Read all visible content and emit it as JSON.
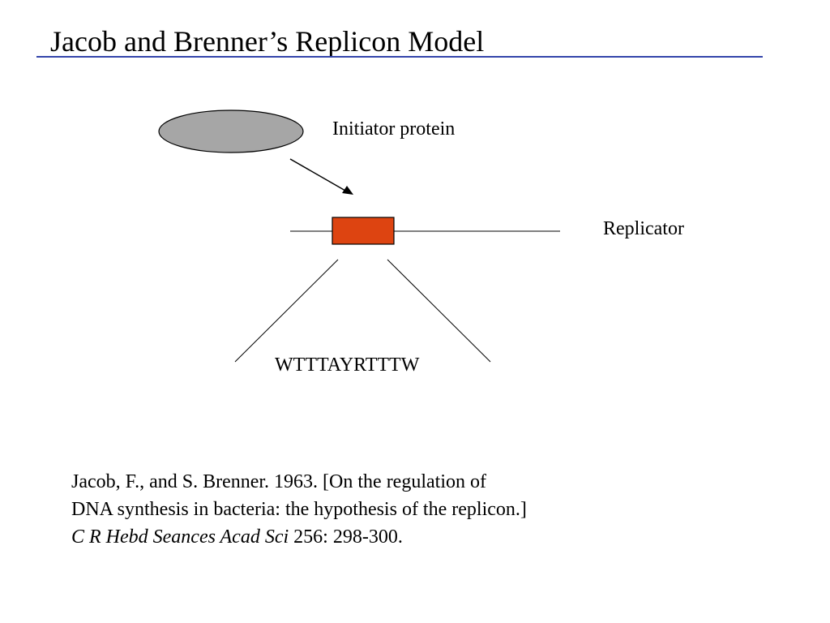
{
  "title": "Jacob and Brenner’s Replicon Model",
  "colors": {
    "title_rule": "#3344aa",
    "initiator_fill": "#a6a6a6",
    "replicator_fill": "#dd4411",
    "stroke": "#000000"
  },
  "diagram": {
    "initiator_label": "Initiator protein",
    "replicator_label": "Replicator",
    "sequence_label": "WTTTAYRTTTW"
  },
  "citation": {
    "line1": "Jacob, F., and S. Brenner.  1963.  [On the regulation of",
    "line2": "DNA synthesis in bacteria: the hypothesis of the replicon.]",
    "journal": "C R Hebd Seances Acad Sci",
    "volume_pages": " 256: 298-300."
  }
}
